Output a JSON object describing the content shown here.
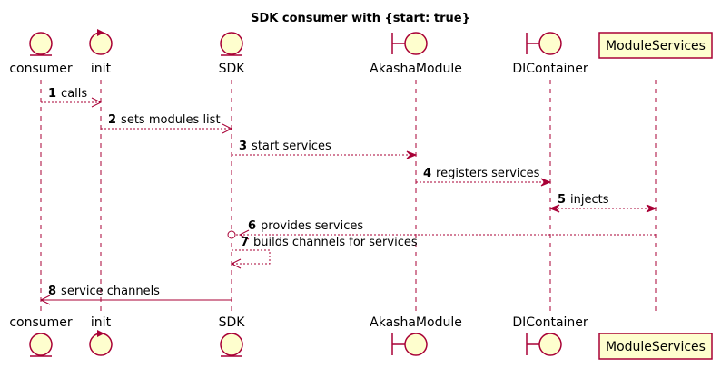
{
  "title": "SDK consumer with {start: true}",
  "participants": [
    {
      "id": "consumer",
      "label": "consumer",
      "kind": "entity"
    },
    {
      "id": "init",
      "label": "init",
      "kind": "control"
    },
    {
      "id": "sdk",
      "label": "SDK",
      "kind": "entity"
    },
    {
      "id": "akasha",
      "label": "AkashaModule",
      "kind": "boundary"
    },
    {
      "id": "di",
      "label": "DIContainer",
      "kind": "boundary"
    },
    {
      "id": "ms",
      "label": "ModuleServices",
      "kind": "participant"
    }
  ],
  "messages": [
    {
      "num": "1",
      "text": "calls",
      "from": "consumer",
      "to": "init",
      "style": "dashed",
      "head": "open"
    },
    {
      "num": "2",
      "text": "sets modules list",
      "from": "init",
      "to": "sdk",
      "style": "dashed",
      "head": "open"
    },
    {
      "num": "3",
      "text": "start services",
      "from": "sdk",
      "to": "akasha",
      "style": "dashed",
      "head": "filled"
    },
    {
      "num": "4",
      "text": "registers services",
      "from": "akasha",
      "to": "di",
      "style": "dashed",
      "head": "filled"
    },
    {
      "num": "5",
      "text": "injects",
      "from": "di",
      "to": "ms",
      "style": "dashed",
      "head": "both"
    },
    {
      "num": "6",
      "text": "provides services",
      "from": "ms",
      "to": "sdk",
      "style": "dashed",
      "head": "circle-open"
    },
    {
      "num": "7",
      "text": "builds channels for services",
      "from": "sdk",
      "to": "sdk",
      "style": "dashed",
      "head": "open"
    },
    {
      "num": "8",
      "text": "service channels",
      "from": "sdk",
      "to": "consumer",
      "style": "solid",
      "head": "open"
    }
  ],
  "colors": {
    "stroke": "#A80036",
    "fill": "#FEFECE",
    "text": "#000000"
  }
}
